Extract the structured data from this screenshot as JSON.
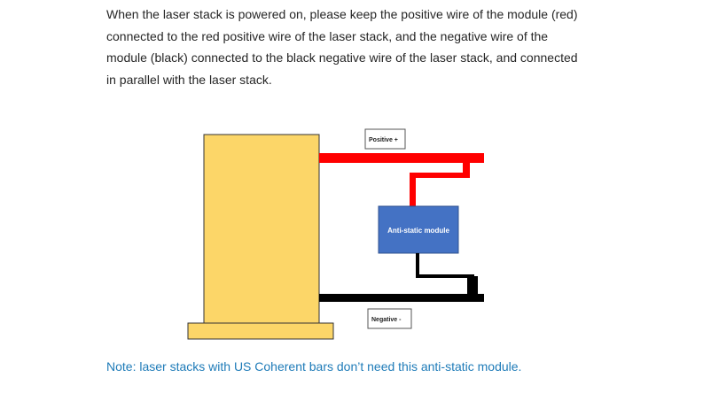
{
  "paragraph": {
    "lines": [
      "When the laser stack is powered on, please keep the positive wire of the module (red)",
      "connected to the red positive wire of the laser stack, and the negative wire of the",
      "module (black) connected to the black negative wire of the laser stack, and connected",
      "in parallel with the laser stack."
    ]
  },
  "diagram": {
    "positive_label": "Positive +",
    "negative_label": "Negative -",
    "module_label": "Anti-static module",
    "colors": {
      "laser_stack": "#fcd668",
      "positive_wire": "#ff0000",
      "negative_wire": "#000000",
      "module": "#4472c4"
    }
  },
  "note": {
    "text": "Note: laser stacks with US Coherent bars don’t need this anti-static module."
  }
}
